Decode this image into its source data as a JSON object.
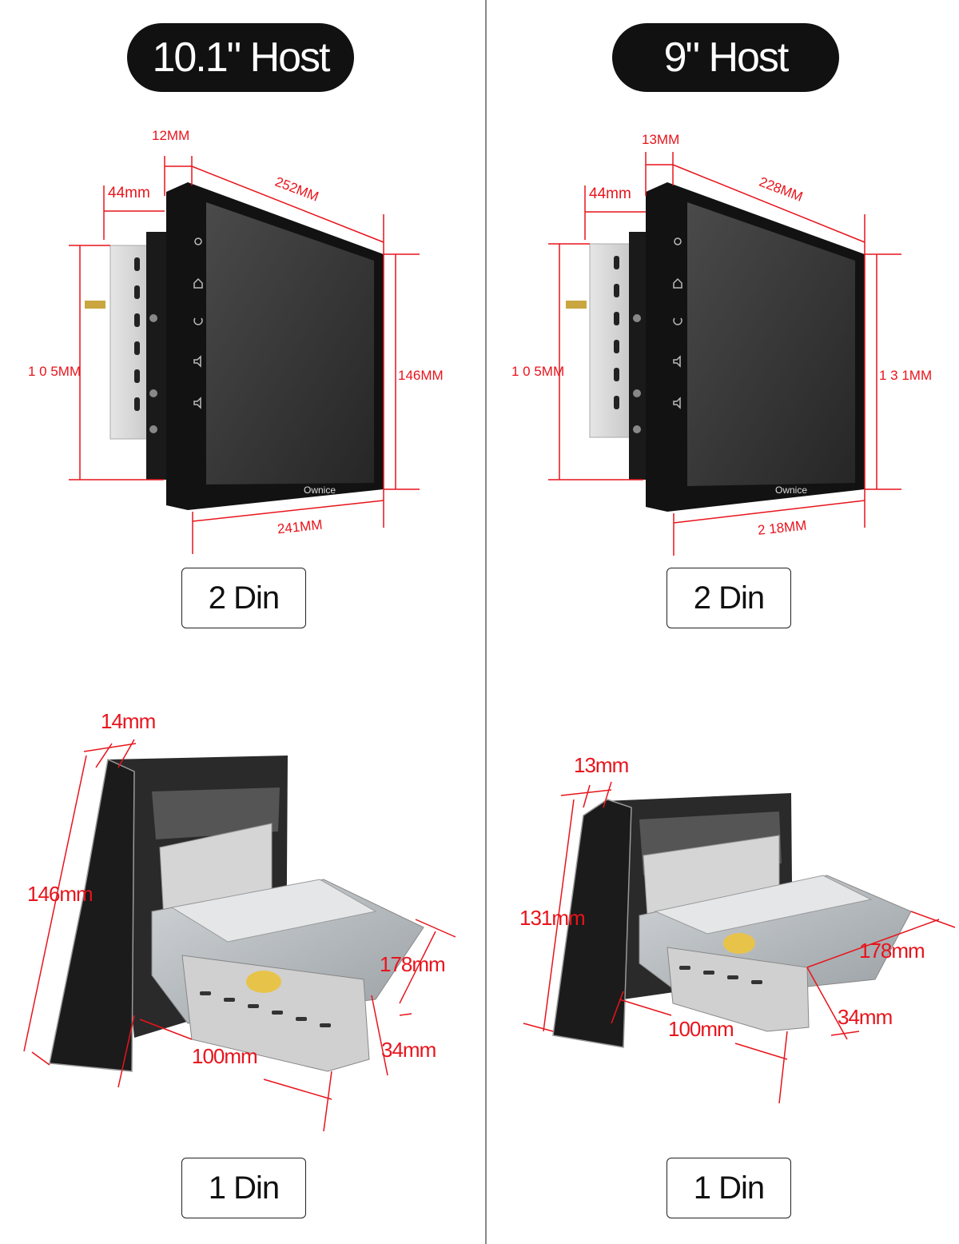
{
  "colors": {
    "accent": "#e8141c",
    "pill_bg": "#111111",
    "divider": "#8a8a8a"
  },
  "left": {
    "title": "10.1\" Host",
    "top_product": {
      "dims": {
        "depth_offset": "12MM",
        "bracket_depth": "44mm",
        "diagonal": "252MM",
        "height": "146MM",
        "bracket_height": "1 0 5MM",
        "width": "241MM"
      },
      "brand": "Ownice"
    },
    "top_label": "2 Din",
    "bottom_product": {
      "dims": {
        "bezel": "14mm",
        "height": "146mm",
        "depth": "178mm",
        "width": "100mm",
        "thickness": "34mm"
      }
    },
    "bottom_label": "1 Din"
  },
  "right": {
    "title": "9\" Host",
    "top_product": {
      "dims": {
        "depth_offset": "13MM",
        "bracket_depth": "44mm",
        "diagonal": "228MM",
        "height": "1 3 1MM",
        "bracket_height": "1 0 5MM",
        "width": "2 18MM"
      },
      "brand": "Ownice"
    },
    "top_label": "2 Din",
    "bottom_product": {
      "dims": {
        "bezel": "13mm",
        "height": "131mm",
        "depth": "178mm",
        "width": "100mm",
        "thickness": "34mm"
      }
    },
    "bottom_label": "1 Din"
  }
}
